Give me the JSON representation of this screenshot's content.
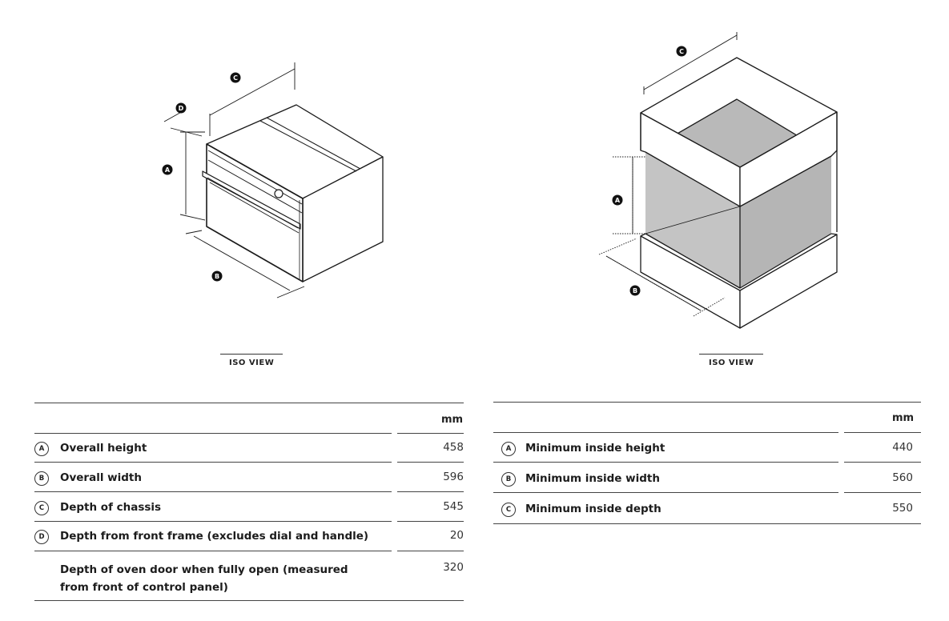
{
  "drawings": {
    "left": {
      "iso_label": "ISO VIEW",
      "markers": [
        "A",
        "B",
        "C",
        "D"
      ]
    },
    "right": {
      "iso_label": "ISO VIEW",
      "markers": [
        "A",
        "B",
        "C"
      ]
    }
  },
  "product_table": {
    "unit": "mm",
    "rows": [
      {
        "letter": "A",
        "label": "Overall height",
        "value": "458"
      },
      {
        "letter": "B",
        "label": "Overall width",
        "value": "596"
      },
      {
        "letter": "C",
        "label": "Depth of chassis",
        "value": "545"
      },
      {
        "letter": "D",
        "label": "Depth from front frame (excludes dial and handle)",
        "value": "20"
      },
      {
        "letter": "",
        "label": "Depth of oven door when fully open (measured from front of control panel)",
        "value": "320"
      }
    ]
  },
  "cavity_table": {
    "unit": "mm",
    "rows": [
      {
        "letter": "A",
        "label": "Minimum inside height",
        "value": "440"
      },
      {
        "letter": "B",
        "label": "Minimum inside width",
        "value": "560"
      },
      {
        "letter": "C",
        "label": "Minimum inside depth",
        "value": "550"
      }
    ]
  }
}
